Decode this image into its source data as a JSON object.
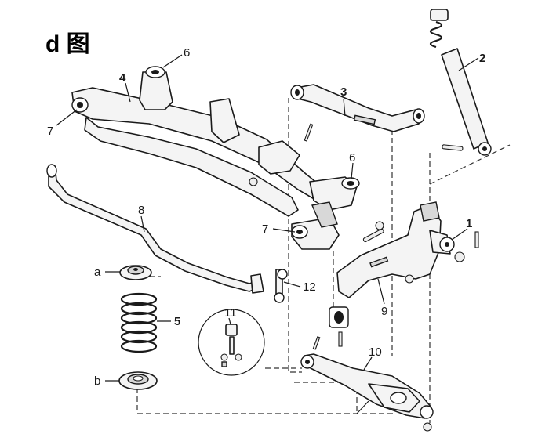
{
  "figure_title": "d 图",
  "callouts": {
    "c1": "1",
    "c2": "2",
    "c3": "3",
    "c4": "4",
    "c5": "5",
    "c6a": "6",
    "c6b": "6",
    "c7a": "7",
    "c7b": "7",
    "c8": "8",
    "c9": "9",
    "c10": "10",
    "c11": "11",
    "c12": "12",
    "ca": "a",
    "cb": "b"
  }
}
